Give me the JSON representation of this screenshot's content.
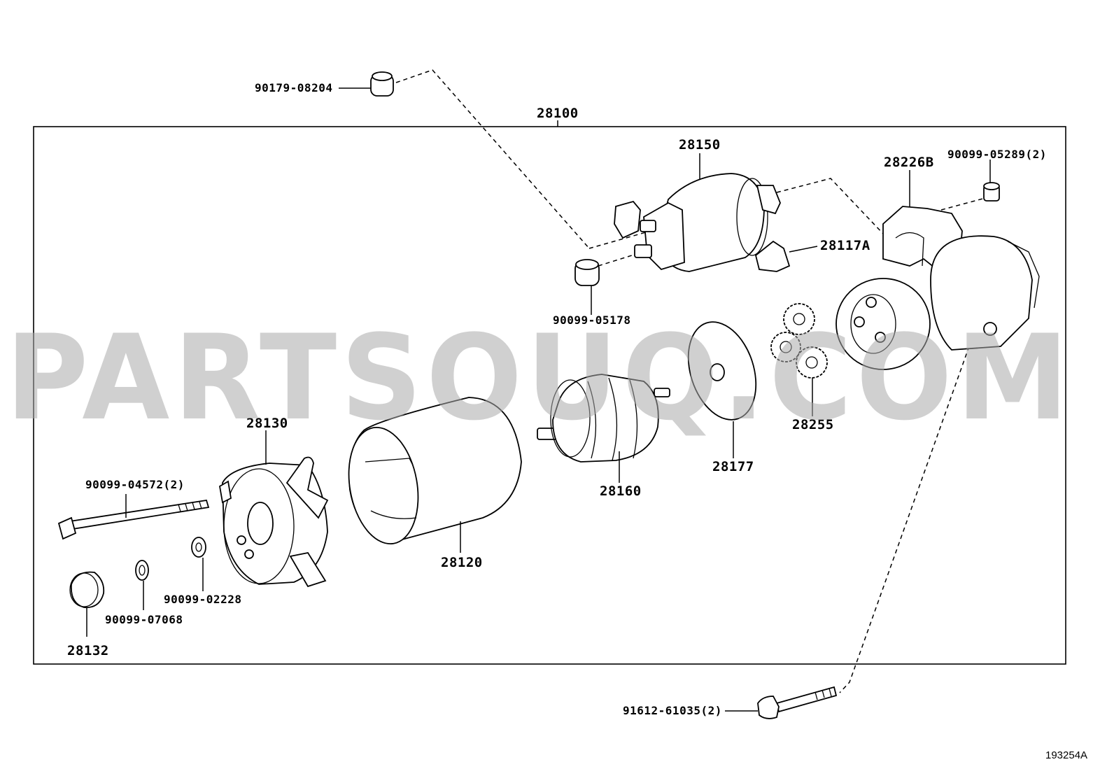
{
  "assembly": {
    "number": "28100"
  },
  "parts": [
    {
      "id": "p90179",
      "number": "90179-08204"
    },
    {
      "id": "p28150",
      "number": "28150"
    },
    {
      "id": "p28226",
      "number": "28226B"
    },
    {
      "id": "p90099a",
      "number": "90099-05289(2)"
    },
    {
      "id": "p28117",
      "number": "28117A"
    },
    {
      "id": "p90099b",
      "number": "90099-05178"
    },
    {
      "id": "p28255",
      "number": "28255"
    },
    {
      "id": "p28177",
      "number": "28177"
    },
    {
      "id": "p28160",
      "number": "28160"
    },
    {
      "id": "p28130",
      "number": "28130"
    },
    {
      "id": "p28120",
      "number": "28120"
    },
    {
      "id": "p90099c",
      "number": "90099-04572(2)"
    },
    {
      "id": "p90099d",
      "number": "90099-02228"
    },
    {
      "id": "p90099e",
      "number": "90099-07068"
    },
    {
      "id": "p28132",
      "number": "28132"
    },
    {
      "id": "p91612",
      "number": "91612-61035(2)"
    }
  ],
  "watermark": "PARTSOUQ.COM",
  "figure_number": "193254A"
}
